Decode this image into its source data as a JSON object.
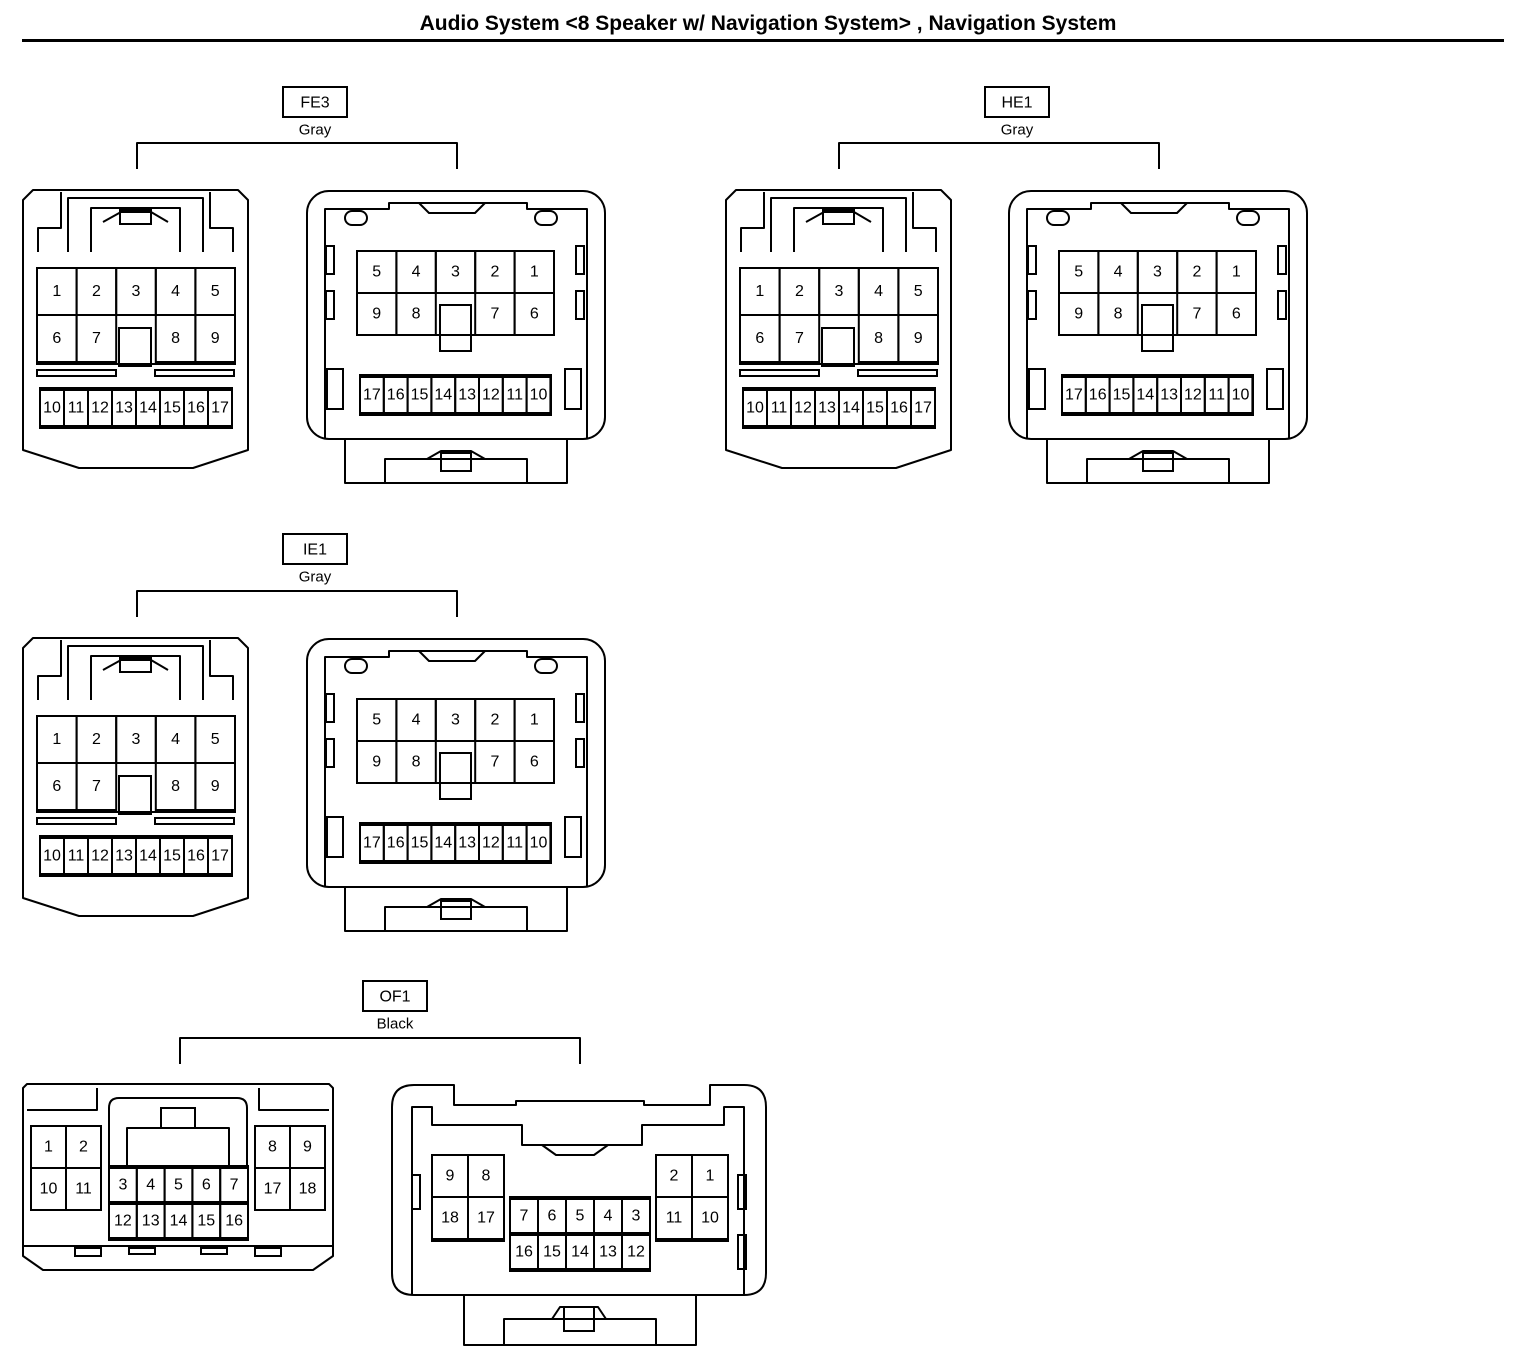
{
  "title": "Audio System <8 Speaker w/ Navigation System> , Navigation System",
  "connectors": [
    {
      "id": "FE3",
      "color": "Gray"
    },
    {
      "id": "HE1",
      "color": "Gray"
    },
    {
      "id": "IE1",
      "color": "Gray"
    },
    {
      "id": "OF1",
      "color": "Black"
    }
  ],
  "pins17": {
    "male": {
      "row1": [
        "1",
        "2",
        "3",
        "4",
        "5"
      ],
      "row2": [
        "6",
        "7",
        "",
        "8",
        "9"
      ],
      "row3": [
        "10",
        "11",
        "12",
        "13",
        "14",
        "15",
        "16",
        "17"
      ]
    },
    "female": {
      "row1": [
        "5",
        "4",
        "3",
        "2",
        "1"
      ],
      "row2": [
        "9",
        "8",
        "",
        "7",
        "6"
      ],
      "row3": [
        "17",
        "16",
        "15",
        "14",
        "13",
        "12",
        "11",
        "10"
      ]
    }
  },
  "pins18": {
    "male": {
      "left": [
        [
          "1",
          "2"
        ],
        [
          "10",
          "11"
        ]
      ],
      "right": [
        [
          "8",
          "9"
        ],
        [
          "17",
          "18"
        ]
      ],
      "mid": [
        [
          "3",
          "4",
          "5",
          "6",
          "7"
        ],
        [
          "12",
          "13",
          "14",
          "15",
          "16"
        ]
      ]
    },
    "female": {
      "left": [
        [
          "9",
          "8"
        ],
        [
          "18",
          "17"
        ]
      ],
      "right": [
        [
          "2",
          "1"
        ],
        [
          "11",
          "10"
        ]
      ],
      "mid": [
        [
          "7",
          "6",
          "5",
          "4",
          "3"
        ],
        [
          "16",
          "15",
          "14",
          "13",
          "12"
        ]
      ]
    }
  }
}
